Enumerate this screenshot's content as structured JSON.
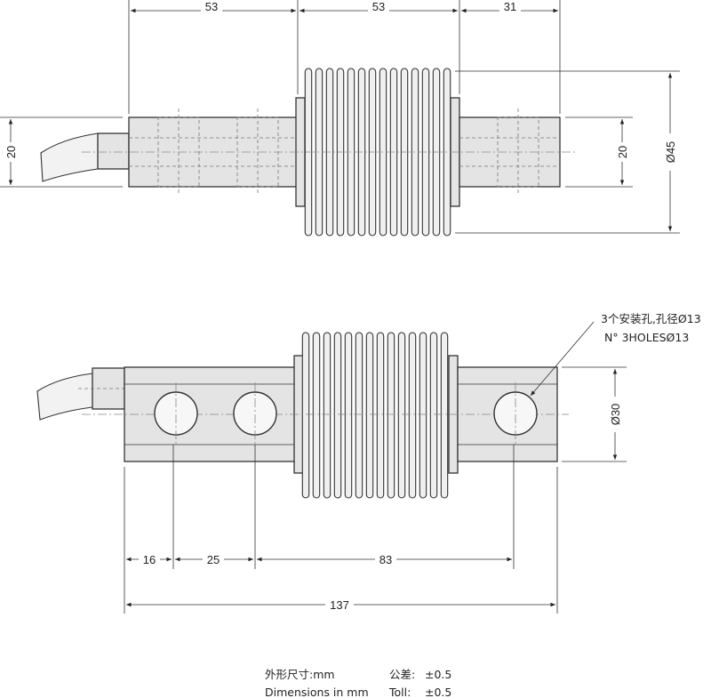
{
  "top_view": {
    "dim_left_len": "53",
    "dim_mid_len": "53",
    "dim_right_len": "31",
    "dim_left_height": "20",
    "dim_right_height": "20",
    "dim_diameter": "Ø45"
  },
  "front_view": {
    "hole_note_cn": "3个安装孔,孔径Ø13",
    "hole_note_en": "N°  3HOLESØ13",
    "dim_height": "Ø30",
    "dim_16": "16",
    "dim_25": "25",
    "dim_83": "83",
    "dim_total": "137"
  },
  "footer": {
    "units_cn": "外形尺寸:mm",
    "tol_cn": "公差:",
    "tol_cn_val": "±0.5",
    "units_en": "Dimensions  in  mm",
    "tol_en": "Toll:",
    "tol_en_val": "±0.5"
  }
}
